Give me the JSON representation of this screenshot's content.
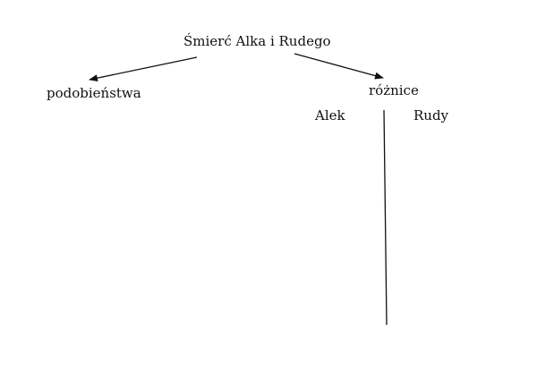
{
  "diagram": {
    "title": "Śmierć Alka i Rudego",
    "left_branch": "podobieństwa",
    "right_branch": "różnice",
    "columns": {
      "left": "Alek",
      "right": "Rudy"
    }
  },
  "colors": {
    "background": "#ffffff",
    "ink": "#111111"
  }
}
